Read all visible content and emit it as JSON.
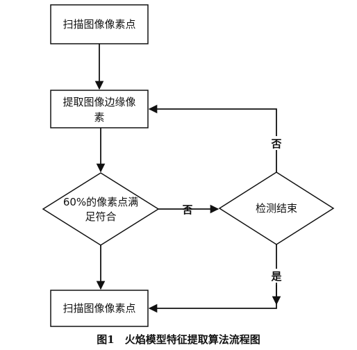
{
  "nodes": {
    "scan_top": "扫描图像像素点",
    "extract_line1": "提取图像边缘像",
    "extract_line2": "素",
    "decision_line1": "60%的像素点满",
    "decision_line2": "足符合",
    "check_end": "检测结束",
    "scan_bottom": "扫描图像像素点"
  },
  "edges": {
    "no_to_check": "否",
    "no_to_extract": "否",
    "yes_to_scan": "是"
  },
  "caption": "图1　火焰模型特征提取算法流程图"
}
